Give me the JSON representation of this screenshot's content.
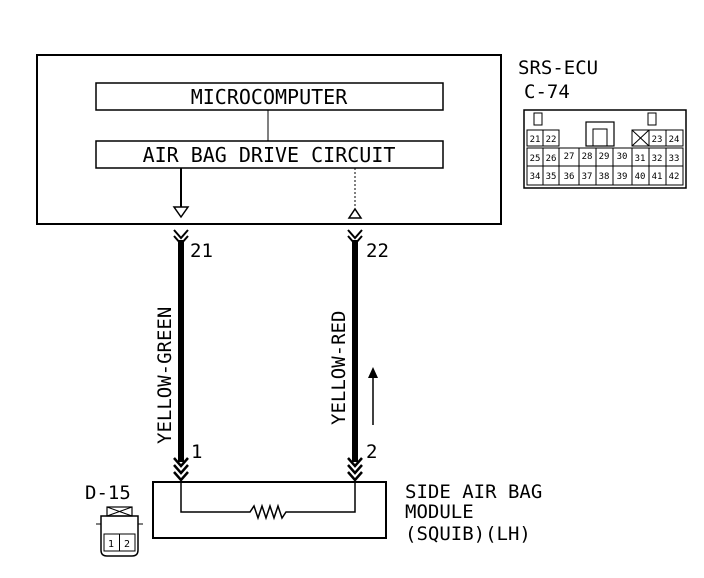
{
  "ecu": {
    "name": "SRS-ECU",
    "connector_code": "C-74",
    "microcomputer_label": "MICROCOMPUTER",
    "drive_circuit_label": "AIR BAG DRIVE CIRCUIT"
  },
  "ecu_connector_face": {
    "row1": [
      "21",
      "22",
      "23",
      "24"
    ],
    "row2": [
      "25",
      "26",
      "27",
      "28",
      "29",
      "30",
      "31",
      "32",
      "33"
    ],
    "row3": [
      "34",
      "35",
      "36",
      "37",
      "38",
      "39",
      "40",
      "41",
      "42"
    ]
  },
  "wires": [
    {
      "ecu_pin": "21",
      "color": "YELLOW-GREEN",
      "module_pin": "1"
    },
    {
      "ecu_pin": "22",
      "color": "YELLOW-RED",
      "module_pin": "2"
    }
  ],
  "module": {
    "connector_code": "D-15",
    "name_line1": "SIDE AIR BAG",
    "name_line2": "MODULE",
    "name_line3": "(SQUIB)(LH)",
    "connector_pins": [
      "1",
      "2"
    ]
  }
}
